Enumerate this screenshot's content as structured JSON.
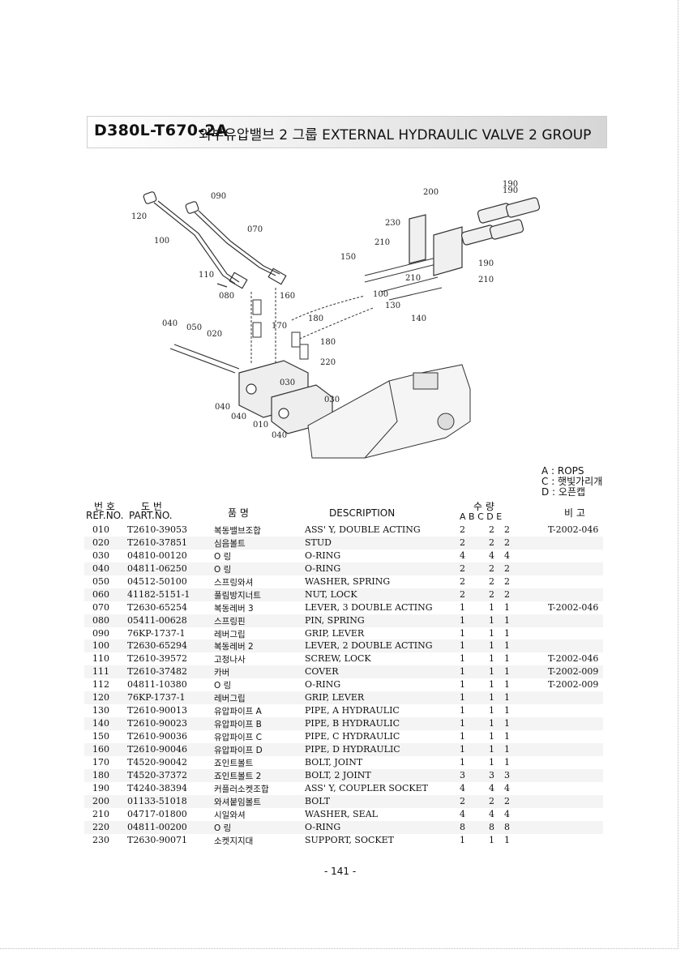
{
  "title": {
    "code": "D380L-T670-2A",
    "text": "외부유압밸브 2 그룹 EXTERNAL HYDRAULIC VALVE 2 GROUP"
  },
  "diagram_labels": [
    "090",
    "120",
    "070",
    "100",
    "110",
    "080",
    "160",
    "040",
    "050",
    "020",
    "170",
    "180",
    "030",
    "040",
    "040",
    "010",
    "040",
    "190",
    "190",
    "200",
    "230",
    "210",
    "150",
    "210",
    "210",
    "190",
    "100",
    "130",
    "140",
    "180",
    "220",
    "030"
  ],
  "legend": {
    "a": "A : ROPS",
    "c": "C : 햇빛가리개",
    "d": "D : 오픈캡"
  },
  "table": {
    "headers": {
      "ref_kor": "번 호",
      "ref_eng": "REF.NO.",
      "part_kor": "도 번",
      "part_eng": "PART.NO.",
      "name_kor": "품 명",
      "desc": "DESCRIPTION",
      "qty_kor": "수 량",
      "qty_cols": "A B C D E",
      "remark_kor": "비 고"
    },
    "rows": [
      {
        "ref": "010",
        "part": "T2610-39053",
        "kor": "복동밸브조합",
        "desc": "ASS' Y, DOUBLE ACTING",
        "a": "2",
        "c": "2",
        "d": "2",
        "remark": "T-2002-046"
      },
      {
        "ref": "020",
        "part": "T2610-37851",
        "kor": "심음볼트",
        "desc": "STUD",
        "a": "2",
        "c": "2",
        "d": "2",
        "remark": ""
      },
      {
        "ref": "030",
        "part": "04810-00120",
        "kor": "O 링",
        "desc": "O-RING",
        "a": "4",
        "c": "4",
        "d": "4",
        "remark": ""
      },
      {
        "ref": "040",
        "part": "04811-06250",
        "kor": "O 링",
        "desc": "O-RING",
        "a": "2",
        "c": "2",
        "d": "2",
        "remark": ""
      },
      {
        "ref": "050",
        "part": "04512-50100",
        "kor": "스프링와셔",
        "desc": "WASHER, SPRING",
        "a": "2",
        "c": "2",
        "d": "2",
        "remark": ""
      },
      {
        "ref": "060",
        "part": "41182-5151-1",
        "kor": "풀림방지너트",
        "desc": "NUT, LOCK",
        "a": "2",
        "c": "2",
        "d": "2",
        "remark": ""
      },
      {
        "ref": "070",
        "part": "T2630-65254",
        "kor": "복동레버 3",
        "desc": "LEVER, 3 DOUBLE ACTING",
        "a": "1",
        "c": "1",
        "d": "1",
        "remark": "T-2002-046"
      },
      {
        "ref": "080",
        "part": "05411-00628",
        "kor": "스프링핀",
        "desc": "PIN, SPRING",
        "a": "1",
        "c": "1",
        "d": "1",
        "remark": ""
      },
      {
        "ref": "090",
        "part": "76KP-1737-1",
        "kor": "레버그립",
        "desc": "GRIP, LEVER",
        "a": "1",
        "c": "1",
        "d": "1",
        "remark": ""
      },
      {
        "ref": "100",
        "part": "T2630-65294",
        "kor": "복동레버 2",
        "desc": "LEVER, 2 DOUBLE ACTING",
        "a": "1",
        "c": "1",
        "d": "1",
        "remark": ""
      },
      {
        "ref": "110",
        "part": "T2610-39572",
        "kor": "고정나사",
        "desc": "SCREW, LOCK",
        "a": "1",
        "c": "1",
        "d": "1",
        "remark": "T-2002-046"
      },
      {
        "ref": "111",
        "part": "T2610-37482",
        "kor": "카버",
        "desc": "COVER",
        "a": "1",
        "c": "1",
        "d": "1",
        "remark": "T-2002-009"
      },
      {
        "ref": "112",
        "part": "04811-10380",
        "kor": "O 링",
        "desc": "O-RING",
        "a": "1",
        "c": "1",
        "d": "1",
        "remark": "T-2002-009"
      },
      {
        "ref": "120",
        "part": "76KP-1737-1",
        "kor": "레버그립",
        "desc": "GRIP, LEVER",
        "a": "1",
        "c": "1",
        "d": "1",
        "remark": ""
      },
      {
        "ref": "130",
        "part": "T2610-90013",
        "kor": "유압파이프 A",
        "desc": "PIPE, A HYDRAULIC",
        "a": "1",
        "c": "1",
        "d": "1",
        "remark": ""
      },
      {
        "ref": "140",
        "part": "T2610-90023",
        "kor": "유압파이프 B",
        "desc": "PIPE, B HYDRAULIC",
        "a": "1",
        "c": "1",
        "d": "1",
        "remark": ""
      },
      {
        "ref": "150",
        "part": "T2610-90036",
        "kor": "유압파이프 C",
        "desc": "PIPE, C HYDRAULIC",
        "a": "1",
        "c": "1",
        "d": "1",
        "remark": ""
      },
      {
        "ref": "160",
        "part": "T2610-90046",
        "kor": "유압파이프 D",
        "desc": "PIPE, D HYDRAULIC",
        "a": "1",
        "c": "1",
        "d": "1",
        "remark": ""
      },
      {
        "ref": "170",
        "part": "T4520-90042",
        "kor": "죠인트볼트",
        "desc": "BOLT, JOINT",
        "a": "1",
        "c": "1",
        "d": "1",
        "remark": ""
      },
      {
        "ref": "180",
        "part": "T4520-37372",
        "kor": "죠인트볼트 2",
        "desc": "BOLT, 2 JOINT",
        "a": "3",
        "c": "3",
        "d": "3",
        "remark": ""
      },
      {
        "ref": "190",
        "part": "T4240-38394",
        "kor": "커플러소켓조합",
        "desc": "ASS' Y, COUPLER SOCKET",
        "a": "4",
        "c": "4",
        "d": "4",
        "remark": ""
      },
      {
        "ref": "200",
        "part": "01133-51018",
        "kor": "와셔붙임볼트",
        "desc": "BOLT",
        "a": "2",
        "c": "2",
        "d": "2",
        "remark": ""
      },
      {
        "ref": "210",
        "part": "04717-01800",
        "kor": "시일와셔",
        "desc": "WASHER, SEAL",
        "a": "4",
        "c": "4",
        "d": "4",
        "remark": ""
      },
      {
        "ref": "220",
        "part": "04811-00200",
        "kor": "O 링",
        "desc": "O-RING",
        "a": "8",
        "c": "8",
        "d": "8",
        "remark": ""
      },
      {
        "ref": "230",
        "part": "T2630-90071",
        "kor": "소켓지지대",
        "desc": "SUPPORT, SOCKET",
        "a": "1",
        "c": "1",
        "d": "1",
        "remark": ""
      }
    ]
  },
  "page_number": "- 141 -"
}
